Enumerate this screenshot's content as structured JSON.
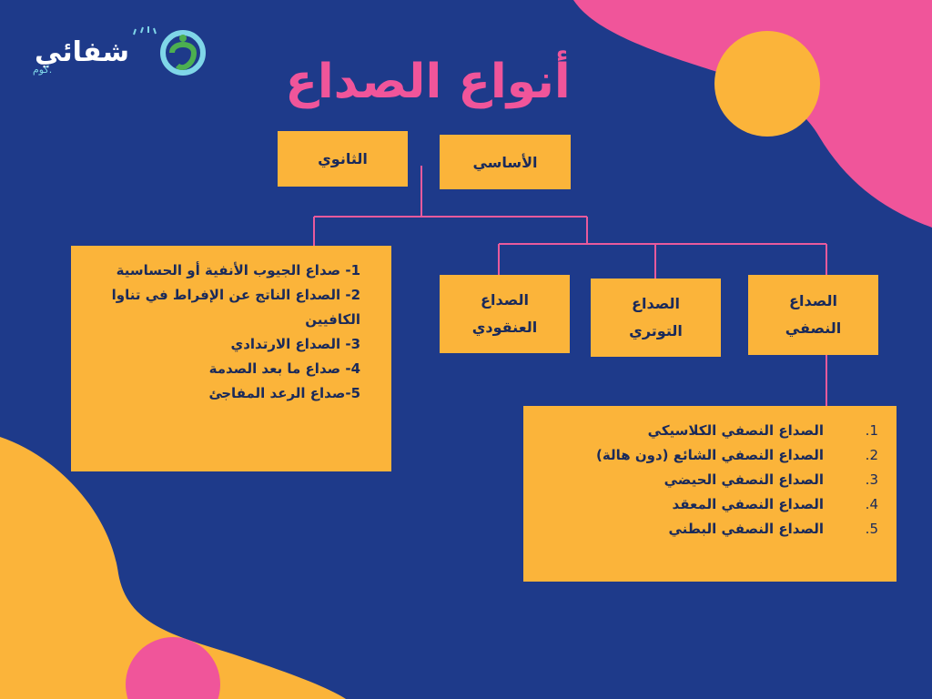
{
  "title": "أنواع الصداع",
  "logo": {
    "name": "شفائي",
    "suffix": ".كوم"
  },
  "categories": {
    "primary": "الأساسي",
    "secondary": "الثانوي"
  },
  "primary_types": {
    "migraine": "الصداع النصفي",
    "tension": "الصداع التوتري",
    "cluster": "الصداع العنقودي"
  },
  "secondary_items": [
    "1- صداع الجيوب الأنفية أو الحساسية",
    "2- الصداع الناتج عن الإفراط في تناوا الكافيين",
    "3- الصداع الارتدادي",
    "4- صداع ما بعد الصدمة",
    "5-صداع الرعد المفاجئ"
  ],
  "migraine_items": [
    {
      "num": "1.",
      "text": "الصداع النصفي الكلاسيكي"
    },
    {
      "num": "2.",
      "text": "الصداع النصفي الشائع (دون هالة)"
    },
    {
      "num": "3.",
      "text": "الصداع النصفي الحيضي"
    },
    {
      "num": "4.",
      "text": "الصداع النصفي المعقد"
    },
    {
      "num": "5.",
      "text": "الصداع النصفي البطني"
    }
  ],
  "colors": {
    "background": "#1e3a8a",
    "box": "#fbb43a",
    "accent_pink": "#f0559a",
    "connector": "#e85a9c",
    "text": "#1a2a5a"
  }
}
